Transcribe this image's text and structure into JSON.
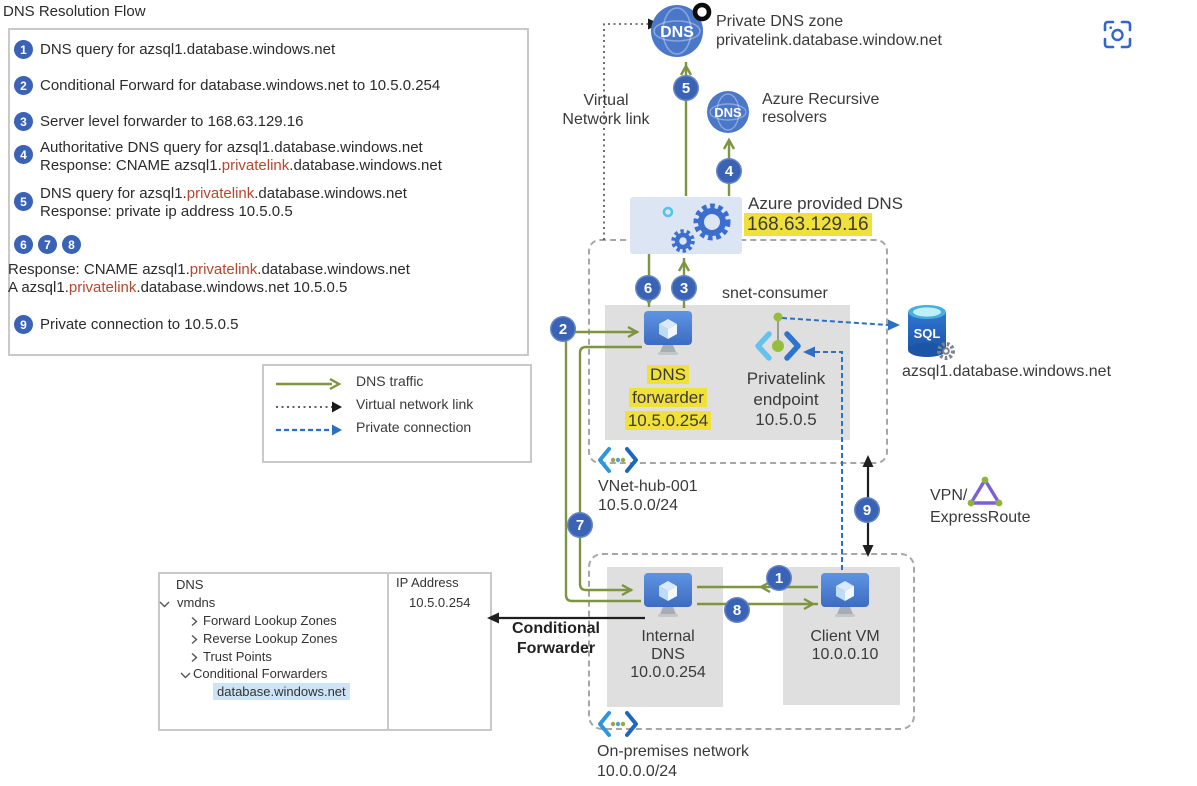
{
  "title": "DNS Resolution Flow",
  "flow": {
    "s1": {
      "n": "1",
      "t": "DNS query for azsql1.database.windows.net"
    },
    "s2": {
      "n": "2",
      "t": "Conditional Forward for database.windows.net to 10.5.0.254"
    },
    "s3": {
      "n": "3",
      "t": "Server level forwarder to 168.63.129.16"
    },
    "s4": {
      "n": "4",
      "l1": "Authoritative DNS query for azsql1.database.windows.net",
      "l2a": "Response: CNAME azsql1.",
      "l2b": "privatelink",
      "l2c": ".database.windows.net"
    },
    "s5": {
      "n": "5",
      "l1a": "DNS query for azsql1.",
      "l1b": "privatelink",
      "l1c": ".database.windows.net",
      "l2": "Response: private ip address 10.5.0.5"
    },
    "s678": {
      "n6": "6",
      "n7": "7",
      "n8": "8",
      "l1a": "Response: CNAME azsql1.",
      "l1b": "privatelink",
      "l1c": ".database.windows.net",
      "l2a": "A azsql1.",
      "l2b": "privatelink",
      "l2c": ".database.windows.net 10.5.0.5"
    },
    "s9": {
      "n": "9",
      "t": "Private connection to 10.5.0.5"
    }
  },
  "legend": {
    "dns_traffic": "DNS traffic",
    "vnet_link": "Virtual network link",
    "private_conn": "Private connection"
  },
  "badges": {
    "b1": "1",
    "b2": "2",
    "b3": "3",
    "b4": "4",
    "b5": "5",
    "b6": "6",
    "b7": "7",
    "b8": "8",
    "b9": "9"
  },
  "nodes": {
    "private_dns_zone": {
      "icon": "DNS",
      "title": "Private DNS zone",
      "zone": "privatelink.database.window.net"
    },
    "recursive_resolvers": {
      "icon": "DNS",
      "l1": "Azure Recursive",
      "l2": "resolvers"
    },
    "vnet_link_label": {
      "l1": "Virtual",
      "l2": "Network link"
    },
    "azure_dns": {
      "title": "Azure provided DNS",
      "ip": "168.63.129.16"
    },
    "snet_label": "snet-consumer",
    "dns_forwarder": {
      "l1": "DNS",
      "l2": "forwarder",
      "l3": "10.5.0.254"
    },
    "privatelink_endpoint": {
      "l1": "Privatelink",
      "l2": "endpoint",
      "l3": "10.5.0.5"
    },
    "sql_db": {
      "icon": "SQL",
      "label": "azsql1.database.windows.net"
    },
    "vnet_hub": {
      "name": "VNet-hub-001",
      "cidr": "10.5.0.0/24"
    },
    "vpn": {
      "l1": "VPN/",
      "l2": "ExpressRoute"
    },
    "internal_dns": {
      "l1": "Internal",
      "l2": "DNS",
      "l3": "10.0.0.254"
    },
    "client_vm": {
      "l1": "Client VM",
      "l2": "10.0.0.10"
    },
    "onprem": {
      "name": "On-premises network",
      "cidr": "10.0.0.0/24"
    },
    "conditional_forwarder": {
      "l1": "Conditional",
      "l2": "Forwarder"
    }
  },
  "dns_tree": {
    "root": "DNS",
    "server": "vmdns",
    "items": [
      "Forward Lookup Zones",
      "Reverse Lookup Zones",
      "Trust Points",
      "Conditional Forwarders"
    ],
    "selected_zone": "database.windows.net",
    "ip_header": "IP Address",
    "ip_value": "10.5.0.254"
  },
  "colors": {
    "badge_blue": "#3A62B5",
    "dns_green": "#7D9440",
    "link_blue": "#2F6FBF",
    "highlight_yellow": "#F0E13A",
    "tree_highlight": "#CDE4F6",
    "privatelink_red": "#B5472E"
  }
}
